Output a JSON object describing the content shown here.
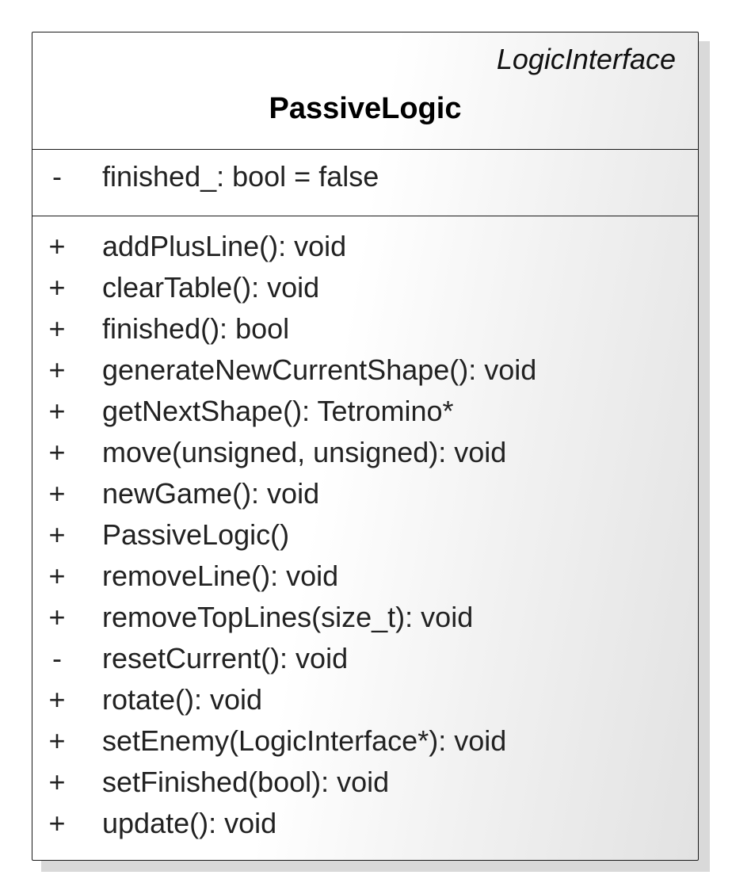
{
  "class": {
    "stereotype": "LogicInterface",
    "name": "PassiveLogic",
    "attributes": [
      {
        "visibility": "-",
        "signature": "finished_: bool = false"
      }
    ],
    "operations": [
      {
        "visibility": "+",
        "signature": "addPlusLine(): void"
      },
      {
        "visibility": "+",
        "signature": "clearTable(): void"
      },
      {
        "visibility": "+",
        "signature": "finished(): bool"
      },
      {
        "visibility": "+",
        "signature": "generateNewCurrentShape(): void"
      },
      {
        "visibility": "+",
        "signature": "getNextShape(): Tetromino*"
      },
      {
        "visibility": "+",
        "signature": "move(unsigned, unsigned): void"
      },
      {
        "visibility": "+",
        "signature": "newGame(): void"
      },
      {
        "visibility": "+",
        "signature": "PassiveLogic()"
      },
      {
        "visibility": "+",
        "signature": "removeLine(): void"
      },
      {
        "visibility": "+",
        "signature": "removeTopLines(size_t): void"
      },
      {
        "visibility": "-",
        "signature": "resetCurrent(): void"
      },
      {
        "visibility": "+",
        "signature": "rotate(): void"
      },
      {
        "visibility": "+",
        "signature": "setEnemy(LogicInterface*): void"
      },
      {
        "visibility": "+",
        "signature": "setFinished(bool): void"
      },
      {
        "visibility": "+",
        "signature": "update(): void"
      }
    ]
  }
}
